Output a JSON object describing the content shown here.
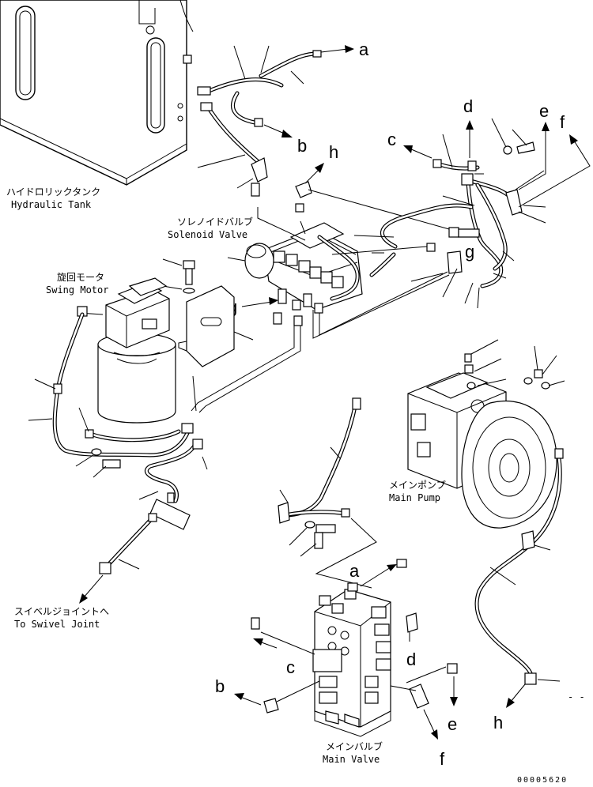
{
  "components": {
    "hydraulic_tank": {
      "jp": "ハイドロリックタンク",
      "en": "Hydraulic Tank"
    },
    "solenoid_valve": {
      "jp": "ソレノイドバルブ",
      "en": "Solenoid Valve"
    },
    "swing_motor": {
      "jp": "旋回モータ",
      "en": "Swing Motor"
    },
    "main_pump": {
      "jp": "メインポンプ",
      "en": "Main Pump"
    },
    "swivel_joint": {
      "jp": "スイベルジョイントへ",
      "en": "To Swivel Joint"
    },
    "main_valve": {
      "jp": "メインバルブ",
      "en": "Main Valve"
    }
  },
  "connection_labels": {
    "a_top": "a",
    "b_top": "b",
    "c_top": "c",
    "d_top": "d",
    "e_top": "e",
    "f_top": "f",
    "h_top": "h",
    "g_upper": "g",
    "g_lower": "g",
    "a_bottom": "a",
    "c_bottom": "c",
    "d_bottom": "d",
    "b_bottom": "b",
    "e_bottom": "e",
    "h_bottom": "h",
    "f_bottom": "f"
  },
  "drawing_number": "00005620"
}
